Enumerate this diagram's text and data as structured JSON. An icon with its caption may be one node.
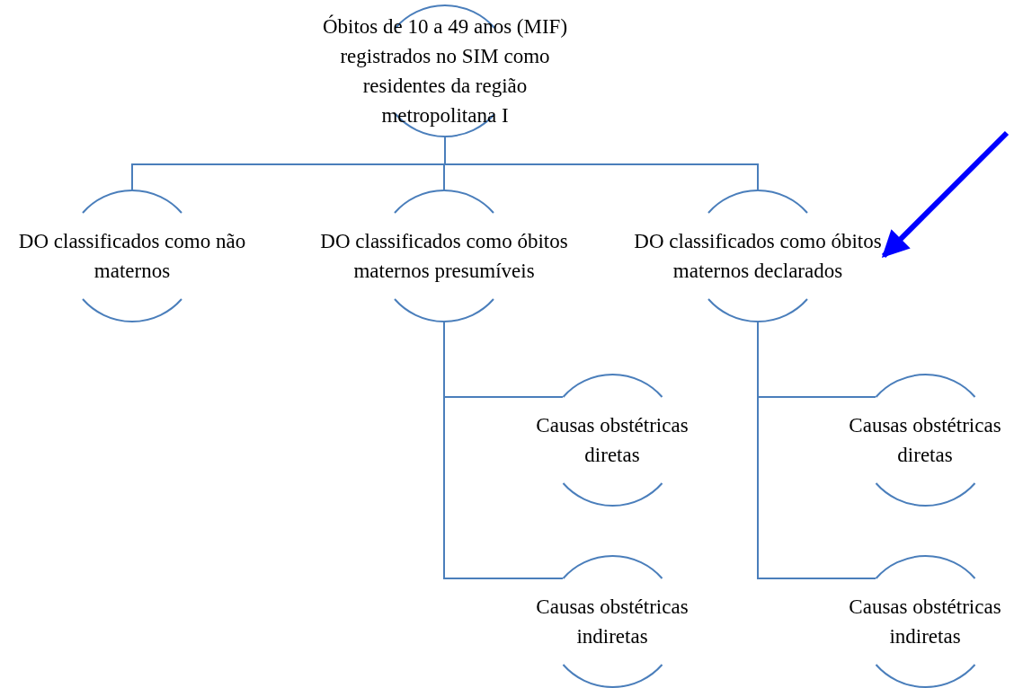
{
  "diagram": {
    "nodes": [
      {
        "text": [
          "Óbitos de 10 a 49 anos (MIF) registrados no SIM como residentes da região metropolitana I"
        ]
      },
      {
        "text": [
          "DO classificados como não maternos"
        ]
      },
      {
        "text": [
          "DO classificados como óbitos maternos presumíveis"
        ]
      },
      {
        "text": [
          "DO classificados como óbitos maternos declarados"
        ]
      },
      {
        "text": [
          "Causas obstétricas diretas"
        ]
      },
      {
        "text": [
          "Causas obstétricas indiretas"
        ]
      },
      {
        "text": [
          "Causas obstétricas diretas"
        ]
      },
      {
        "text": [
          "Causas obstétricas indiretas"
        ]
      }
    ],
    "edges": [
      {
        "from": 0,
        "to": 1,
        "arrow": "none"
      },
      {
        "from": 0,
        "to": 2,
        "arrow": "none"
      },
      {
        "from": 0,
        "to": 3,
        "arrow": "none"
      },
      {
        "from": 2,
        "to": 4,
        "arrow": "none"
      },
      {
        "from": 2,
        "to": 5,
        "arrow": "none"
      },
      {
        "from": 3,
        "to": 6,
        "arrow": "none"
      },
      {
        "from": 3,
        "to": 7,
        "arrow": "none"
      },
      {
        "from": null,
        "to": 3,
        "arrow": "to",
        "style": "thick",
        "color": "#0000ff"
      }
    ]
  }
}
